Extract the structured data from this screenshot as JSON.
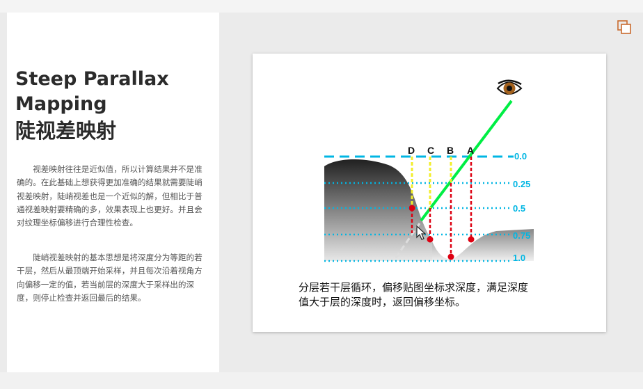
{
  "slide": {
    "title_line1": "Steep Parallax",
    "title_line2": "Mapping",
    "title_line3": "陡视差映射",
    "paragraph1": "视差映射往往是近似值，所以计算结果并不是准确的。在此基础上想获得更加准确的结果就需要陡峭视差映射，陡峭视差也是一个近似的解，但相比于普通视差映射要精确的多，效果表现上也更好。并且会对纹理坐标偏移进行合理性检查。",
    "paragraph2": "陡峭视差映射的基本思想是将深度分为等距的若干层，然后从最顶端开始采样，并且每次沿着视角方向偏移一定的值，若当前层的深度大于采样出的深度，则停止检查并返回最后的结果。"
  },
  "diagram": {
    "points": [
      "D",
      "C",
      "B",
      "A"
    ],
    "layers": [
      "0.0",
      "0.25",
      "0.5",
      "0.75",
      "1.0"
    ],
    "caption_line1": "分层若干层循环，偏移贴图坐标求深度，满足深度",
    "caption_line2": "值大于层的深度时，返回偏移坐标。"
  },
  "colors": {
    "layer_line": "#00b6e3",
    "view_ray": "#00ee44",
    "sample_red": "#dd0011",
    "sample_yellow": "#f2ee2a"
  },
  "icons": {
    "corner": "restore-window-icon",
    "eye": "eye-icon",
    "cursor": "mouse-cursor-icon"
  }
}
